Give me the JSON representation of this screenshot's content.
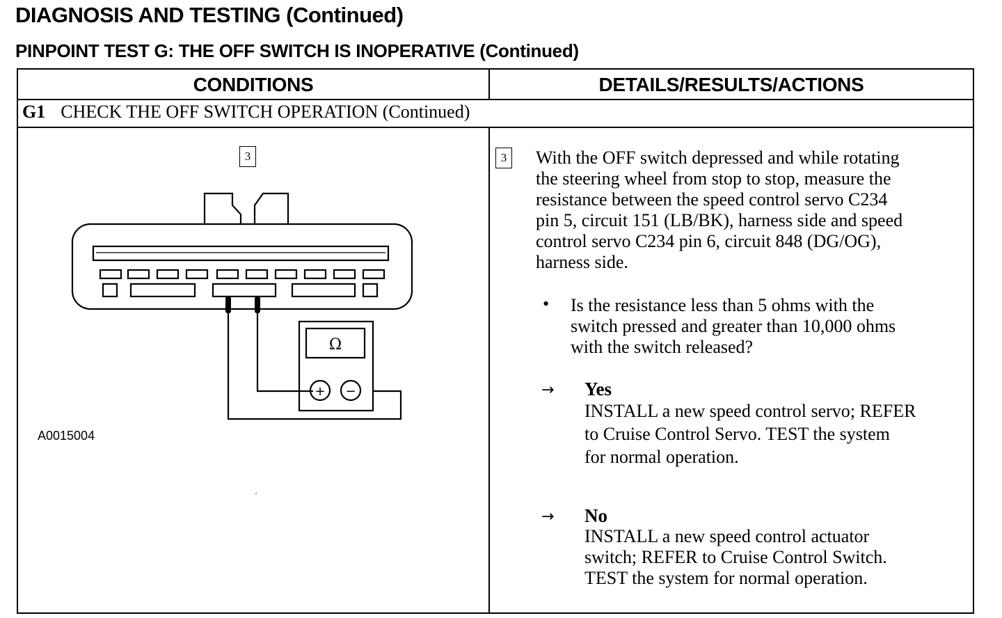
{
  "header": {
    "title": "DIAGNOSIS AND TESTING (Continued)",
    "subtitle": "PINPOINT TEST G:  THE OFF SWITCH IS INOPERATIVE (Continued)"
  },
  "table": {
    "col_conditions": "CONDITIONS",
    "col_details": "DETAILS/RESULTS/ACTIONS",
    "step_number": "G1",
    "step_title": "CHECK THE OFF SWITCH OPERATION (Continued)"
  },
  "figure": {
    "step_ref": "3",
    "meter_symbol": "Ω",
    "plus_symbol": "+",
    "minus_symbol": "−",
    "figure_id": "A0015004"
  },
  "details": {
    "step_ref": "3",
    "instruction_lines": [
      "With the OFF switch depressed and while rotating",
      "the steering wheel from stop to stop, measure the",
      "resistance between the speed control servo C234",
      "pin 5, circuit 151 (LB/BK), harness side and speed",
      "control servo C234 pin 6, circuit 848 (DG/OG),",
      "harness side."
    ],
    "bullet_symbol": "•",
    "question_lines": [
      "Is the resistance less than 5 ohms with the",
      "switch pressed and greater than 10,000 ohms",
      "with the switch released?"
    ],
    "arrow_symbol": "→",
    "yes": {
      "label": "Yes",
      "lines": [
        "INSTALL a new speed control servo; REFER",
        "to  Cruise Control Servo. TEST the system",
        "for normal  operation."
      ]
    },
    "no": {
      "label": "No",
      "lines": [
        "INSTALL a new speed control actuator",
        "switch; REFER to  Cruise Control Switch.",
        "TEST the system for  normal operation."
      ]
    }
  }
}
